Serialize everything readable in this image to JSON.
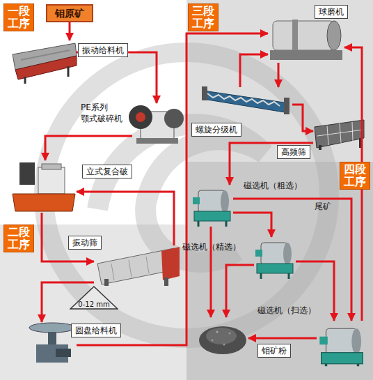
{
  "diagram": {
    "nodes": [
      {
        "text": [
          "一段工序"
        ]
      },
      {
        "text": [
          "钼原矿"
        ]
      },
      {
        "text": [
          "振动给料机"
        ]
      },
      {
        "text": [
          "PE系列 颚式破碎机"
        ]
      },
      {
        "text": [
          "立式复合破"
        ]
      },
      {
        "text": [
          "二段工序"
        ]
      },
      {
        "text": [
          "振动筛"
        ]
      },
      {
        "text": [
          "0-12 mm"
        ]
      },
      {
        "text": [
          "圆盘给料机"
        ]
      },
      {
        "text": [
          "三段工序"
        ]
      },
      {
        "text": [
          "球磨机"
        ]
      },
      {
        "text": [
          "螺旋分级机"
        ]
      },
      {
        "text": [
          "高频筛"
        ]
      },
      {
        "text": [
          "四段工序"
        ]
      },
      {
        "text": [
          "磁选机（粗选）"
        ]
      },
      {
        "text": [
          "磁选机（精选）"
        ]
      },
      {
        "text": [
          "磁选机（扫选）"
        ]
      },
      {
        "text": [
          "钼矿粉"
        ]
      }
    ],
    "edges": [
      {
        "from": 1,
        "to": 2,
        "arrow": "to"
      },
      {
        "from": 2,
        "to": 3,
        "arrow": "to"
      },
      {
        "from": 3,
        "to": 4,
        "arrow": "to"
      },
      {
        "from": 4,
        "to": 6,
        "arrow": "to"
      },
      {
        "from": 6,
        "to": 4,
        "arrow": "to"
      },
      {
        "from": 6,
        "to": 8,
        "arrow": "to"
      },
      {
        "from": 8,
        "to": 10,
        "arrow": "to"
      },
      {
        "from": 10,
        "to": 11,
        "arrow": "to"
      },
      {
        "from": 11,
        "to": 10,
        "arrow": "to"
      },
      {
        "from": 11,
        "to": 12,
        "arrow": "to"
      },
      {
        "from": 12,
        "to": 14,
        "arrow": "to"
      },
      {
        "from": 16,
        "to": 10,
        "arrow": "to"
      },
      {
        "from": 14,
        "to": 15,
        "arrow": "to"
      },
      {
        "from": 14,
        "to": 16,
        "label": "尾矿",
        "arrow": "to"
      },
      {
        "from": 14,
        "to": 17,
        "arrow": "to"
      },
      {
        "from": 15,
        "to": 17,
        "arrow": "to"
      },
      {
        "from": 15,
        "to": 16,
        "arrow": "to"
      },
      {
        "from": 16,
        "to": 17,
        "arrow": "to"
      }
    ]
  }
}
